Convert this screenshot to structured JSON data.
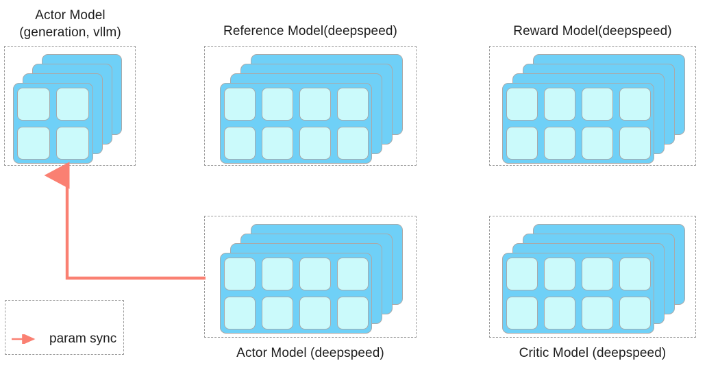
{
  "diagram": {
    "title_note": "PPO / RLHF model placement diagram",
    "accent_color": "#FA8072",
    "card_color": "#6FD0F7",
    "cell_color": "#CBFAFB",
    "border_color": "#A9A9A9",
    "dashed_color": "#9A9A9A",
    "groups": [
      {
        "id": "actor-vllm",
        "label": "Actor Model\n(generation, vllm)",
        "label_position": "top",
        "grid": "2x2",
        "cells": 4,
        "stack_count": 4
      },
      {
        "id": "reference-model",
        "label": "Reference Model(deepspeed)",
        "label_position": "top",
        "grid": "4x2",
        "cells": 8,
        "stack_count": 4
      },
      {
        "id": "reward-model",
        "label": "Reward Model(deepspeed)",
        "label_position": "top",
        "grid": "4x2",
        "cells": 8,
        "stack_count": 4
      },
      {
        "id": "actor-deepspeed",
        "label": "Actor Model (deepspeed)",
        "label_position": "bottom",
        "grid": "4x2",
        "cells": 8,
        "stack_count": 4
      },
      {
        "id": "critic-model",
        "label": "Critic Model (deepspeed)",
        "label_position": "bottom",
        "grid": "4x2",
        "cells": 8,
        "stack_count": 4
      }
    ],
    "connections": [
      {
        "id": "param-sync-edge",
        "from": "actor-deepspeed",
        "to": "actor-vllm",
        "style": "elbow-arrow",
        "color": "#FA8072"
      }
    ],
    "legend": {
      "items": [
        {
          "id": "param-sync",
          "label": "param sync",
          "marker": "arrow-right-icon",
          "color": "#FA8072"
        }
      ]
    }
  }
}
